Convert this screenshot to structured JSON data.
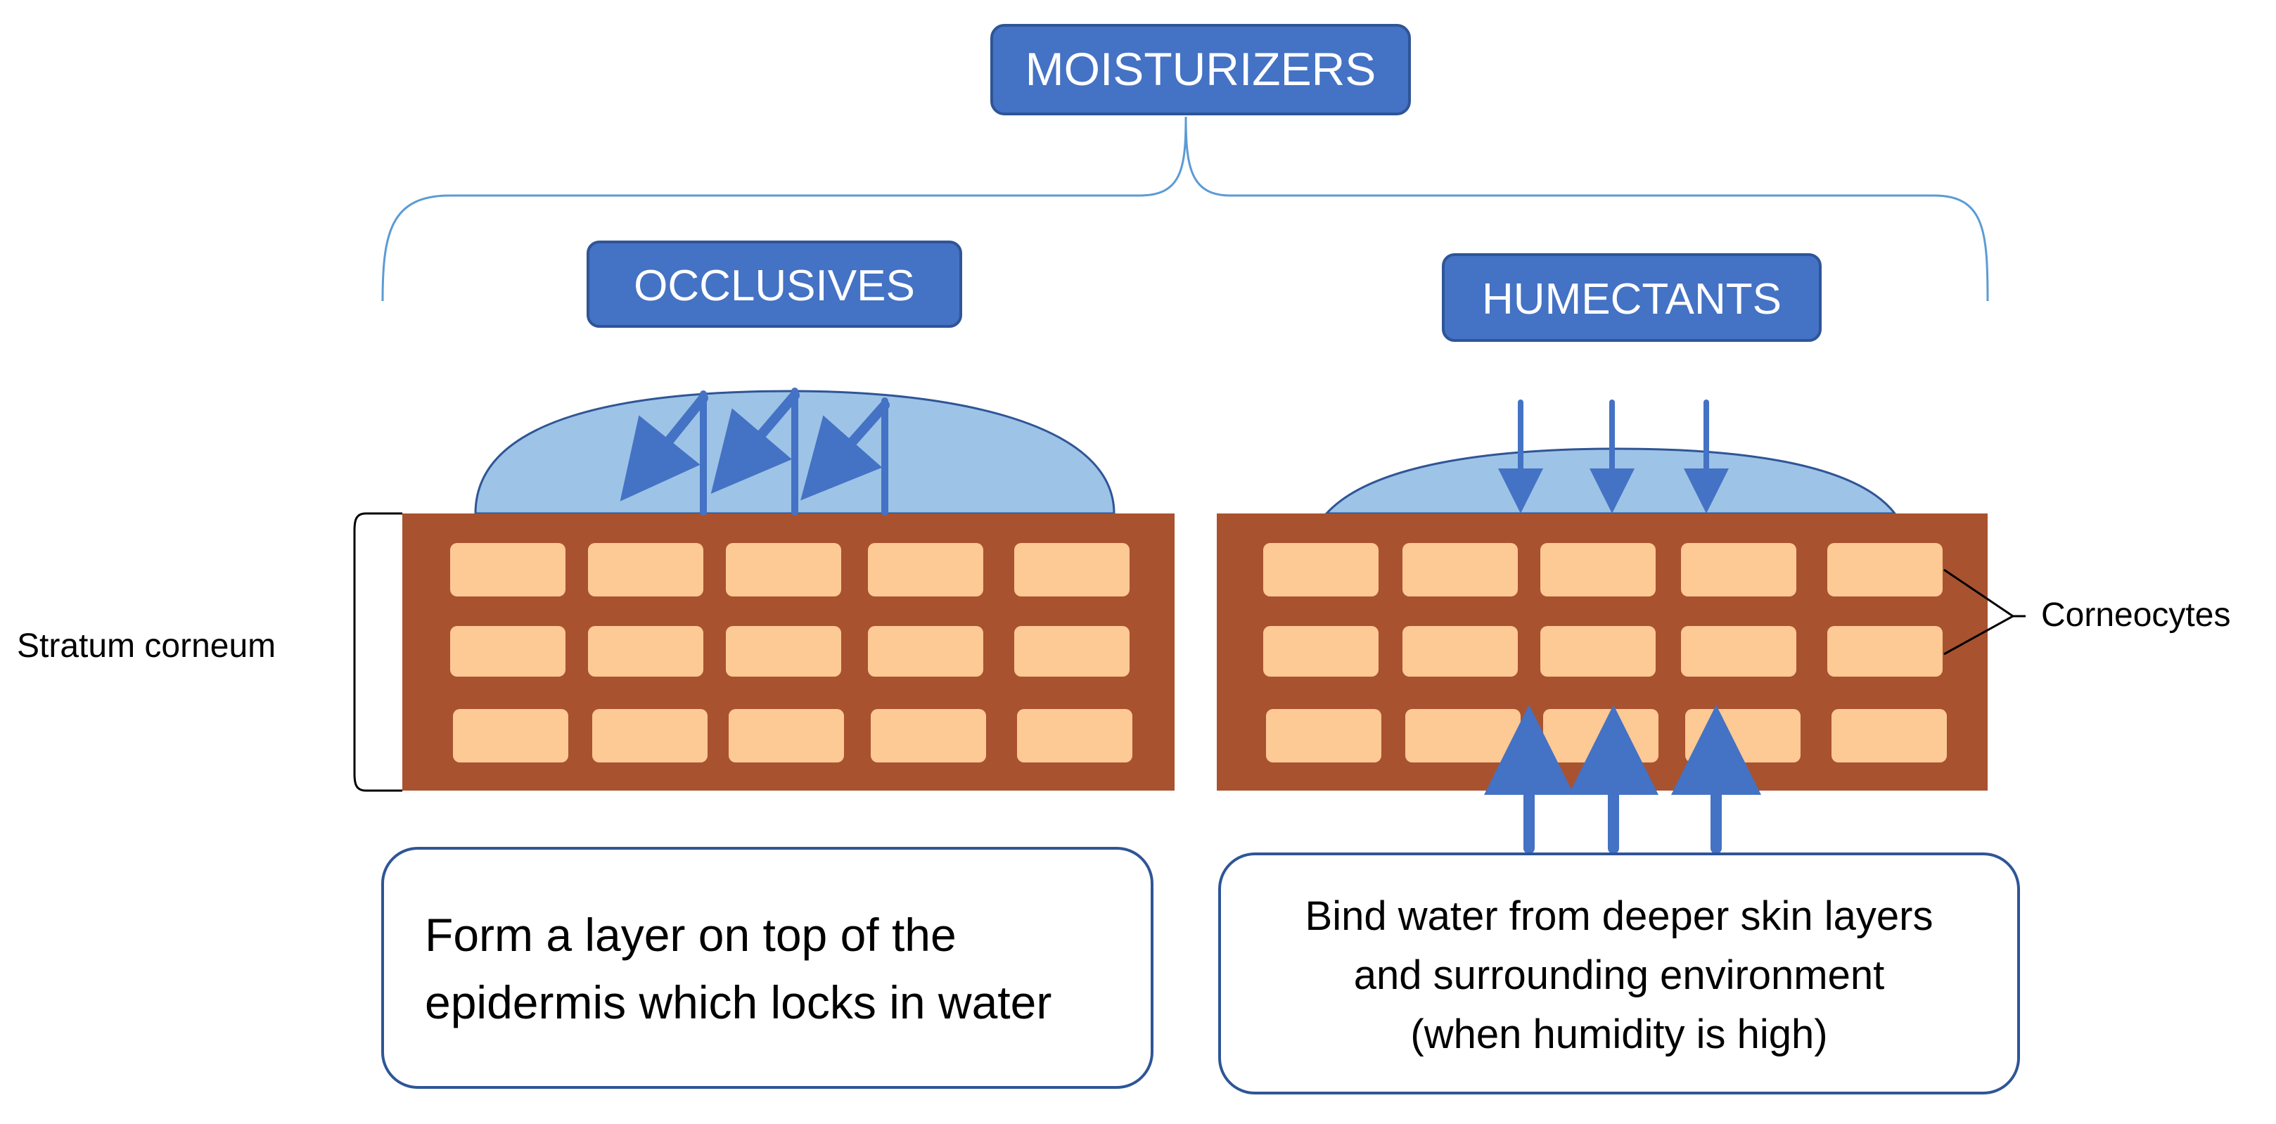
{
  "title": "MOISTURIZERS",
  "branches": {
    "left_title": "OCCLUSIVES",
    "right_title": "HUMECTANTS"
  },
  "labels": {
    "stratum": "Stratum corneum",
    "corneocytes": "Corneocytes"
  },
  "left_description": {
    "line1": "Form a layer on top of the",
    "line2": "epidermis which locks in water"
  },
  "right_description": {
    "line1": "Bind water from deeper skin layers",
    "line2": "and surrounding environment",
    "line3": "(when humidity is high)"
  },
  "colors": {
    "box_blue": "#4472C4",
    "box_border": "#2F5597",
    "bracket_blue": "#5B9BD5",
    "water_layer": "#9DC3E6",
    "mortar": "#A9522F",
    "brick": "#FDC994",
    "arrow_blue": "#4472C4"
  }
}
